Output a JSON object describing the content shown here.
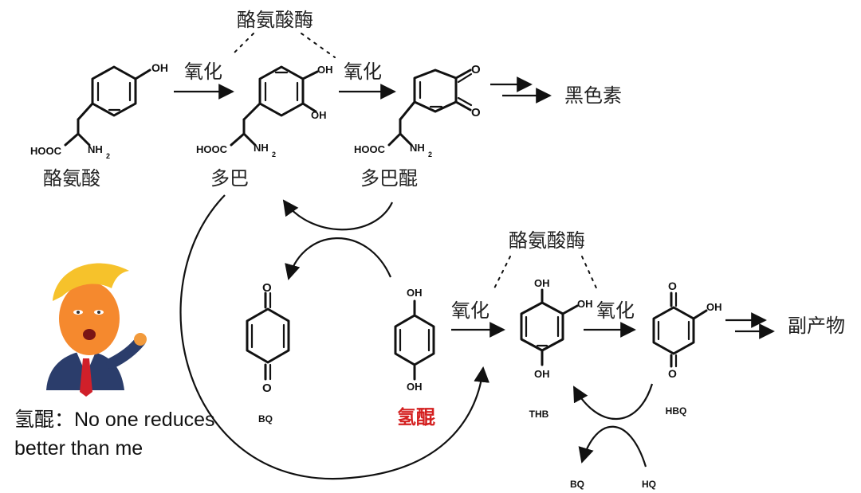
{
  "enzyme_top": "酪氨酸酶",
  "enzyme_bottom": "酪氨酸酶",
  "oxidation": "氧化",
  "compounds": {
    "tyrosine": {
      "name": "酪氨酸",
      "oh": "OH",
      "acid": "HOOC",
      "amine": "NH",
      "sub": "2"
    },
    "dopa": {
      "name": "多巴",
      "oh1": "OH",
      "oh2": "OH",
      "acid": "HOOC",
      "amine": "NH",
      "sub": "2"
    },
    "dopaquinone": {
      "name": "多巴醌",
      "o1": "O",
      "o2": "O",
      "acid": "HOOC",
      "amine": "NH",
      "sub": "2"
    },
    "bq": {
      "name": "BQ",
      "o1": "O",
      "o2": "O"
    },
    "hydroquinone": {
      "name": "氢醌",
      "oh1": "OH",
      "oh2": "OH"
    },
    "thb": {
      "name": "THB",
      "oh1": "OH",
      "oh2": "OH",
      "oh3": "OH"
    },
    "hbq": {
      "name": "HBQ",
      "o1": "O",
      "o2": "O",
      "oh": "OH"
    }
  },
  "products": {
    "melanin": "黑色素",
    "byproducts": "副产物"
  },
  "bottom_pair": {
    "bq": "BQ",
    "hq": "HQ"
  },
  "meme": {
    "caption_line1": "氢醌：No one reduces",
    "caption_line2": "better than me"
  },
  "colors": {
    "highlight": "#d42020"
  }
}
